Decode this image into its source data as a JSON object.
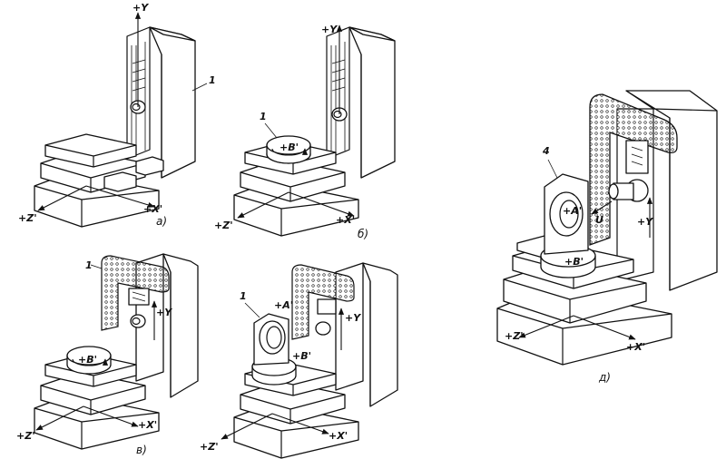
{
  "machines": {
    "a": {
      "caption": "а)",
      "axes": {
        "y": "+Y",
        "x": "+X'",
        "z": "+Z'"
      },
      "part_number": "1"
    },
    "b": {
      "caption": "б)",
      "axes": {
        "y": "+Y",
        "x": "+X'",
        "z": "+Z'"
      },
      "rotary": "+B'",
      "part_number": "1"
    },
    "v": {
      "caption": "в)",
      "axes": {
        "y": "+Y",
        "x": "+X'",
        "z": "+Z'"
      },
      "rotary": "+B'",
      "part_number": "1"
    },
    "g": {
      "axes": {
        "y": "+Y",
        "x": "+X'",
        "z": "+Z'"
      },
      "rotary_a": "+A'",
      "rotary_b": "+B'",
      "part_number": "1"
    },
    "d": {
      "caption": "д)",
      "axes": {
        "y": "+Y",
        "x": "+X'",
        "z": "+Z'"
      },
      "rotary_a": "+A'",
      "rotary_b": "+B'",
      "u_label": "U",
      "part_number": "4"
    }
  },
  "colors": {
    "ink": "#111111",
    "paper": "#ffffff"
  }
}
